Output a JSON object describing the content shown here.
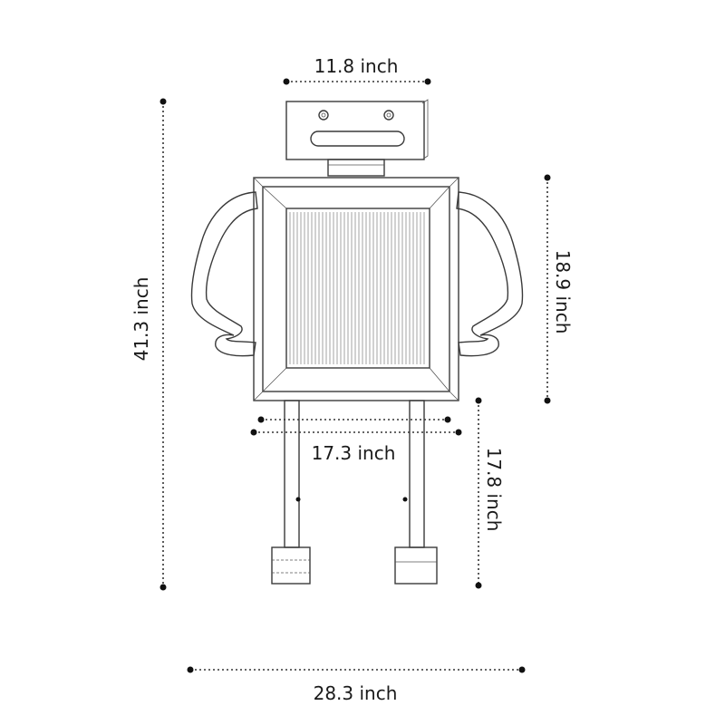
{
  "dimensions": {
    "head_width": "11.8 inch",
    "total_height": "41.3 inch",
    "body_height": "18.9 inch",
    "body_width": "17.3 inch",
    "leg_height": "17.8 inch",
    "total_width": "28.3 inch"
  },
  "colors": {
    "line": "#3a3a3a",
    "dimension": "#333333",
    "background": "#ffffff"
  }
}
